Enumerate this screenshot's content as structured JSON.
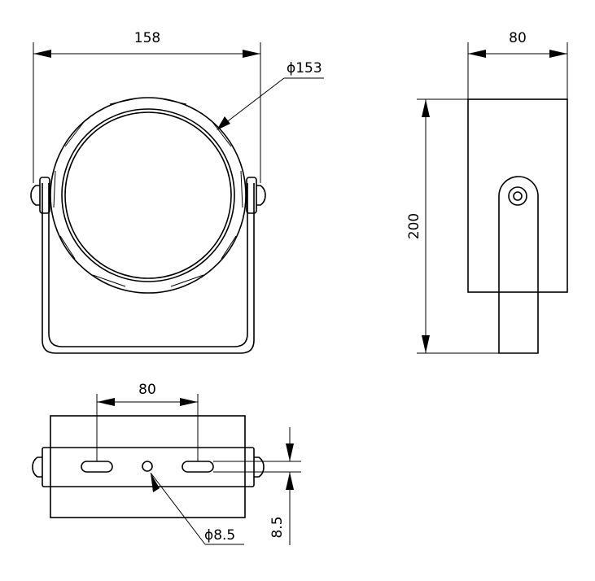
{
  "drawing": {
    "front_view": {
      "width_label": "158",
      "diameter_label": "ϕ153"
    },
    "side_view": {
      "width_label": "80",
      "height_label": "200"
    },
    "bottom_view": {
      "slot_spacing_label": "80",
      "hole_diameter_label": "ϕ8.5",
      "thickness_label": "8.5"
    }
  },
  "colors": {
    "line": "#000000",
    "background": "#ffffff"
  }
}
